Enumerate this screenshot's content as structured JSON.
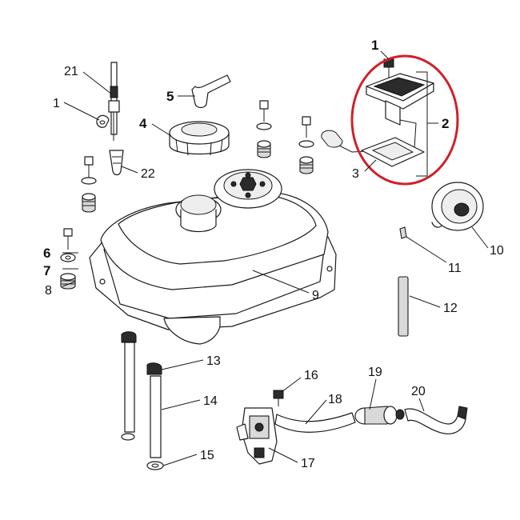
{
  "diagram": {
    "highlight_color": "#d0202a",
    "callouts": [
      {
        "id": "c1a",
        "label": "1"
      },
      {
        "id": "c2",
        "label": "2"
      },
      {
        "id": "c3",
        "label": "3"
      },
      {
        "id": "c21",
        "label": "21"
      },
      {
        "id": "c1b",
        "label": "1"
      },
      {
        "id": "c5",
        "label": "5"
      },
      {
        "id": "c4",
        "label": "4"
      },
      {
        "id": "c22",
        "label": "22"
      },
      {
        "id": "c6",
        "label": "6"
      },
      {
        "id": "c7",
        "label": "7"
      },
      {
        "id": "c8",
        "label": "8"
      },
      {
        "id": "c9",
        "label": "9"
      },
      {
        "id": "c10",
        "label": "10"
      },
      {
        "id": "c11",
        "label": "11"
      },
      {
        "id": "c12",
        "label": "12"
      },
      {
        "id": "c13",
        "label": "13"
      },
      {
        "id": "c14",
        "label": "14"
      },
      {
        "id": "c15",
        "label": "15"
      },
      {
        "id": "c16",
        "label": "16"
      },
      {
        "id": "c17",
        "label": "17"
      },
      {
        "id": "c18",
        "label": "18"
      },
      {
        "id": "c19",
        "label": "19"
      },
      {
        "id": "c20",
        "label": "20"
      }
    ]
  }
}
